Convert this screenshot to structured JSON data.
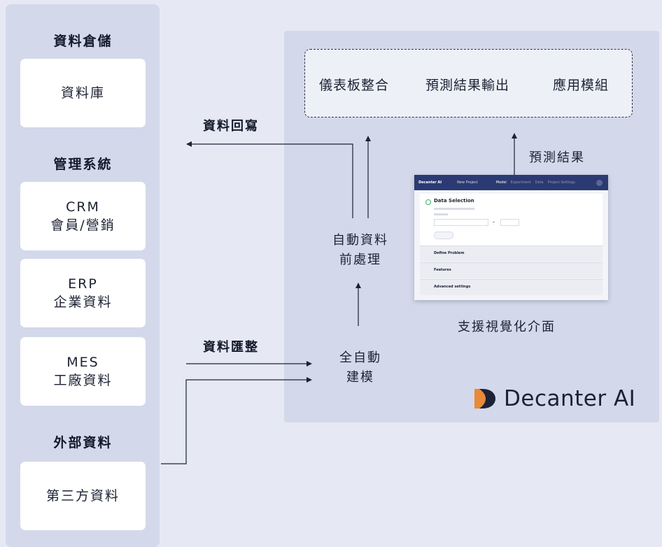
{
  "left_column": {
    "sections": [
      {
        "title": "資料倉儲",
        "cards": [
          [
            "資料庫"
          ]
        ]
      },
      {
        "title": "管理系統",
        "cards": [
          [
            "CRM",
            "會員/營銷"
          ],
          [
            "ERP",
            "企業資料"
          ],
          [
            "MES",
            "工廠資料"
          ]
        ]
      },
      {
        "title": "外部資料",
        "cards": [
          [
            "第三方資料"
          ]
        ]
      }
    ]
  },
  "flows": {
    "writeback": "資料回寫",
    "integration": "資料匯整"
  },
  "pipeline": {
    "preprocess": [
      "自動資料",
      "前處理"
    ],
    "automodel": [
      "全自動",
      "建模"
    ],
    "prediction": "預測結果",
    "visual_ui": "支援視覺化介面"
  },
  "outputs": [
    "儀表板整合",
    "預測結果輸出",
    "應用模組"
  ],
  "screenshot": {
    "nav_brand": "Decanter AI",
    "nav_project": "New Project",
    "nav_tabs": [
      "Model",
      "Experiment",
      "Data",
      "Project Settings"
    ],
    "card_title": "Data Selection",
    "rows": [
      "Define Problem",
      "Features",
      "Advanced settings"
    ]
  },
  "brand": {
    "name": "Decanter AI",
    "logo_colors": [
      "#1e2238",
      "#e88a37"
    ]
  }
}
